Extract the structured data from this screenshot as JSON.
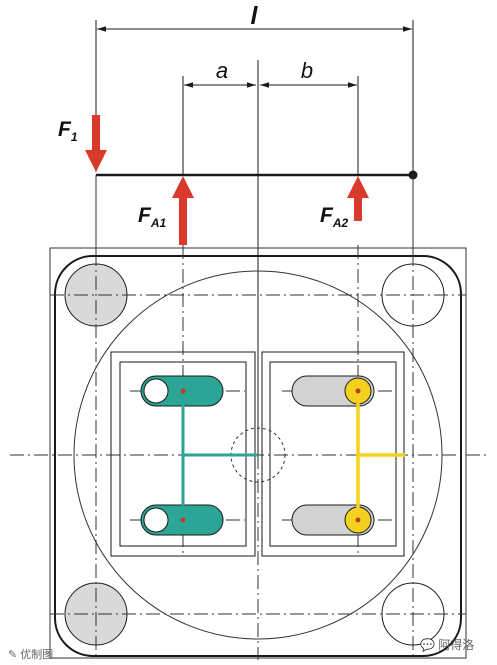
{
  "labels": {
    "length": "l",
    "dim_a": "a",
    "dim_b": "b",
    "force_1": "F",
    "force_1_sub": "1",
    "force_a1": "F",
    "force_a1_sub": "A1",
    "force_a2": "F",
    "force_a2_sub": "A2"
  },
  "watermark": {
    "left": "优制图",
    "right": "阿得洛"
  },
  "colors": {
    "line": "#1a1a1a",
    "thin": "#333333",
    "arrow": "#d93a2b",
    "teal": "#2aa596",
    "yellow": "#f2d21f",
    "bolt_gray": "#d9d9d9",
    "slot_gray": "#d2d2d2"
  }
}
